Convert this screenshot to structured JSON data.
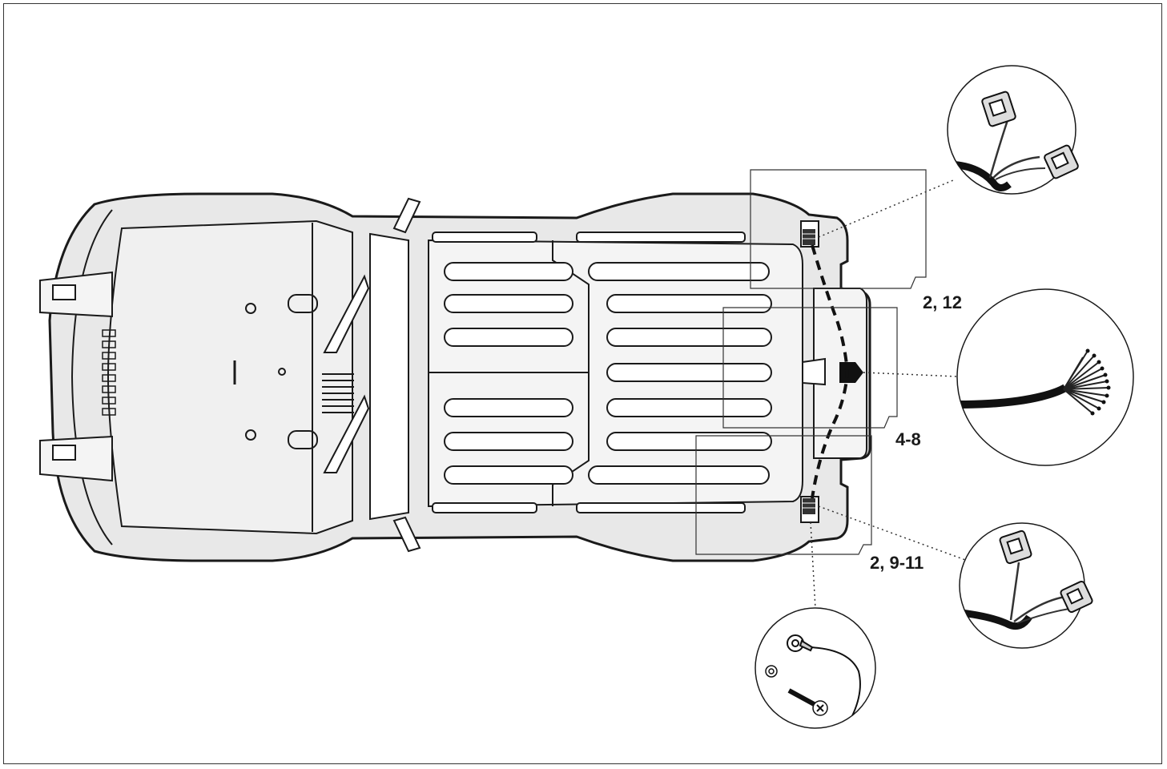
{
  "callouts": {
    "top_connector": "2, 12",
    "center_harness": "4-8",
    "bottom_connector": "2, 9-11"
  },
  "colors": {
    "line": "#1a1a1a",
    "body_fill": "#e8e8e8",
    "panel_fill": "#f4f4f4",
    "bright": "#ffffff"
  },
  "icons": [
    "vehicle-top-view",
    "connector-icon",
    "wire-bundle-icon",
    "ground-ring-terminal-icon",
    "screw-icon",
    "washer-icon"
  ]
}
